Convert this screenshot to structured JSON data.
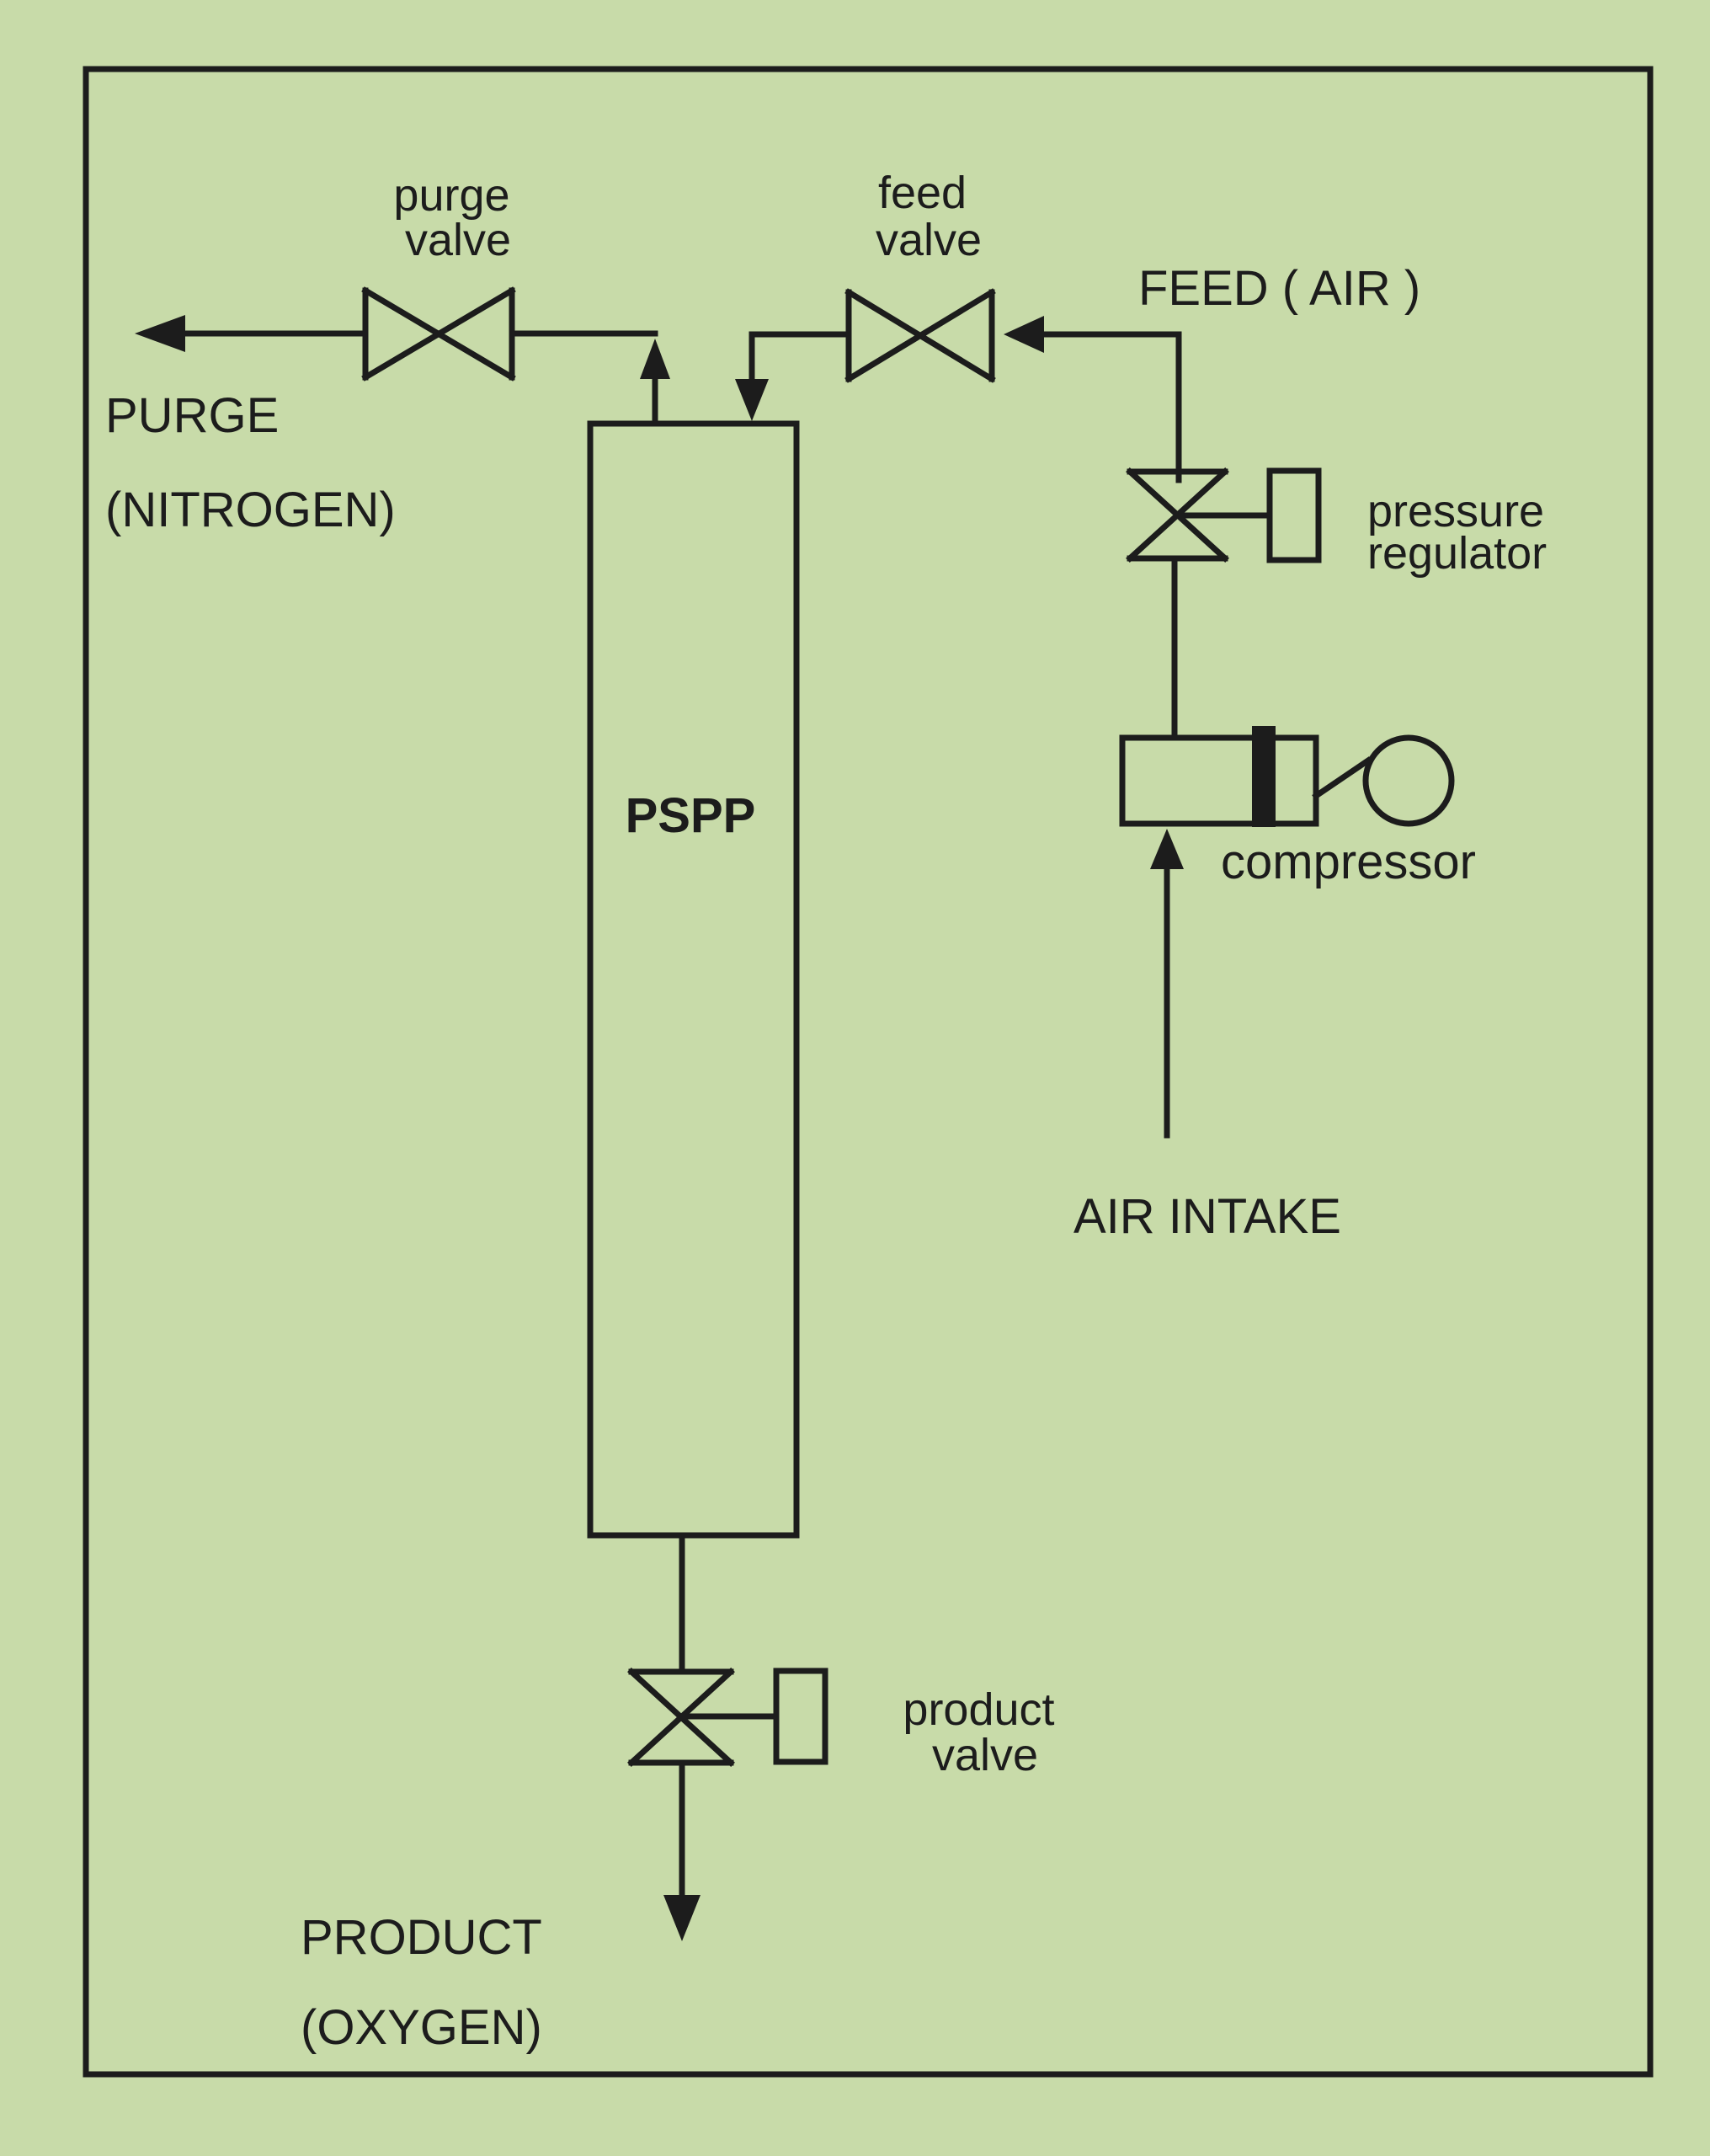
{
  "colors": {
    "background": "#c8dba9",
    "ink": "#1c1c1c"
  },
  "labels": {
    "purge_valve_line1": "purge",
    "purge_valve_line2": "valve",
    "feed_valve_line1": "feed",
    "feed_valve_line2": "valve",
    "feed_air": "FEED ( AIR )",
    "purge_line1": "PURGE",
    "purge_line2": "(NITROGEN)",
    "pressure_regulator_line1": "pressure",
    "pressure_regulator_line2": "regulator",
    "column": "PSPP",
    "compressor": "compressor",
    "air_intake": "AIR INTAKE",
    "product_valve_line1": "product",
    "product_valve_line2": "valve",
    "product_line1": "PRODUCT",
    "product_line2": "(OXYGEN)"
  }
}
